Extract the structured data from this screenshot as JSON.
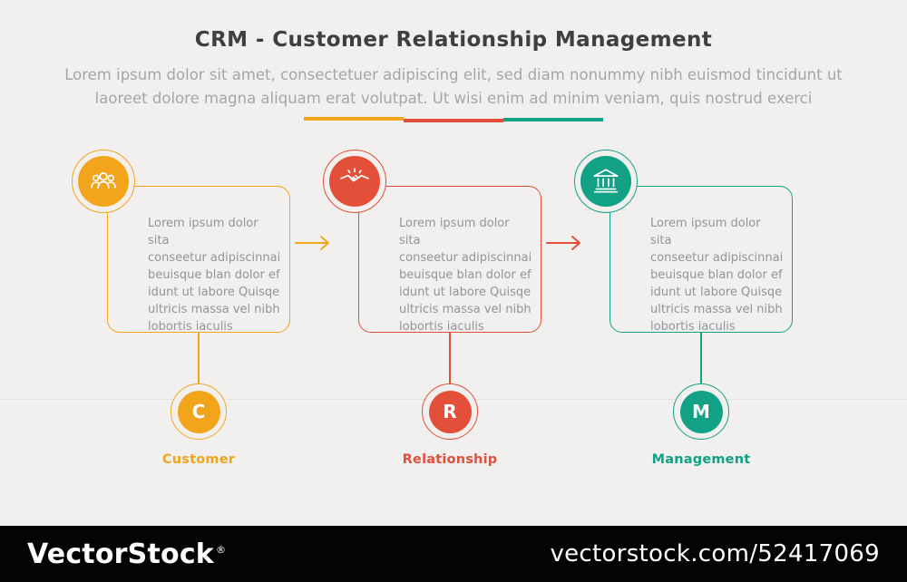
{
  "header": {
    "title": "CRM - Customer Relationship Management",
    "subtitle_line1": "Lorem ipsum dolor sit amet, consectetuer adipiscing elit, sed diam nonummy nibh euismod tincidunt ut",
    "subtitle_line2": "laoreet dolore magna aliquam erat volutpat. Ut wisi enim ad minim veniam, quis nostrud exerci"
  },
  "divider_colors": [
    "#f2a51b",
    "#e44f3a",
    "#13a186"
  ],
  "columns": [
    {
      "letter": "C",
      "label": "Customer",
      "color": "#f2a51b",
      "icon": "group-icon",
      "body": "Lorem ipsum dolor sita\nconseetur adipiscinnai\nbeuisque blan dolor ef\nidunt ut labore Quisqe\nultricis massa vel nibh\nlobortis iaculis"
    },
    {
      "letter": "R",
      "label": "Relationship",
      "color": "#e44f3a",
      "icon": "handshake-icon",
      "body": "Lorem ipsum dolor sita\nconseetur adipiscinnai\nbeuisque blan dolor ef\nidunt ut labore Quisqe\nultricis massa vel nibh\nlobortis iaculis"
    },
    {
      "letter": "M",
      "label": "Management",
      "color": "#13a186",
      "icon": "bank-icon",
      "body": "Lorem ipsum dolor sita\nconseetur adipiscinnai\nbeuisque blan dolor ef\nidunt ut labore Quisqe\nultricis massa vel nibh\nlobortis iaculis"
    }
  ],
  "footer": {
    "brand_prefix": "Vector",
    "brand_suffix": "Stock",
    "reg": "®",
    "url": "vectorstock.com/52417069"
  }
}
